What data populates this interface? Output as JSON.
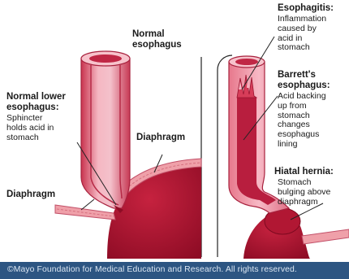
{
  "labels": {
    "normal_title": "Normal\nesophagus",
    "normal_lower_title": "Normal lower\nesophagus:",
    "normal_lower_body": "Sphincter\nholds acid in\nstomach",
    "diaphragm_center": "Diaphragm",
    "diaphragm_left": "Diaphragm",
    "esophagitis_title": "Esophagitis:",
    "esophagitis_body": "Inflammation\ncaused by\nacid in\nstomach",
    "barretts_title": "Barrett's\nesophagus:",
    "barretts_body": "Acid backing\nup from\nstomach\nchanges\nesophagus\nlining",
    "hiatal_title": "Hiatal hernia:",
    "hiatal_body": "Stomach\nbulging above\ndiaphragm"
  },
  "footer": {
    "credit": "©Mayo Foundation for Medical Education and Research.  All rights reserved."
  },
  "colors": {
    "tissue_light": "#f2aeb8",
    "tissue_mid": "#d4536b",
    "lumen": "#b81e3e",
    "stomach": "#a8112f",
    "diaphragm": "#ee9ea6",
    "footer": "#2d5582"
  }
}
